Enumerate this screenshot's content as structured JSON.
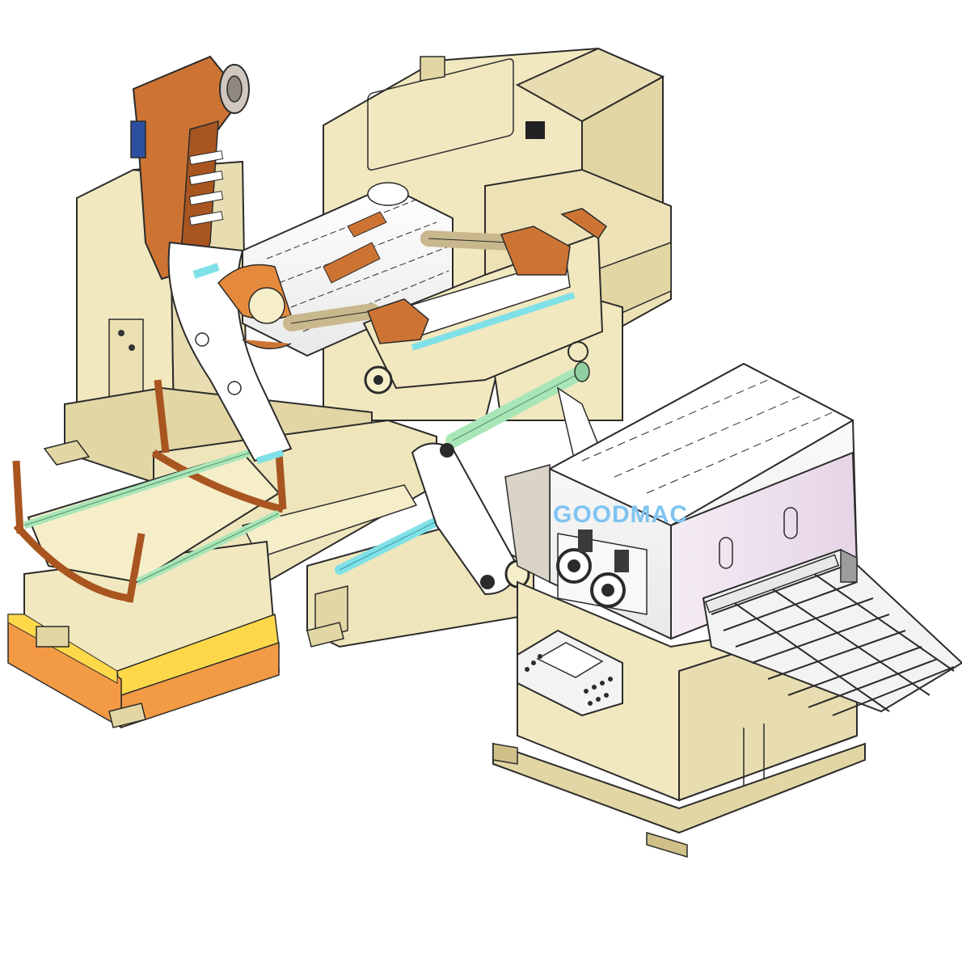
{
  "brand": {
    "label": "GOODMAC",
    "color": "#7fc4f2"
  },
  "colors": {
    "frame": "#f1e8bf",
    "frame_shade": "#e2d6a4",
    "frame_dark": "#cfc08a",
    "outline": "#2b2b2b",
    "arm": "#cd7434",
    "arm_dark": "#a85520",
    "coil_white": "#ffffff",
    "shaft": "#c9b78d",
    "roller_green": "#a8e6b8",
    "roller_cyan": "#7fe0e8",
    "base_yellow": "#ffd84a",
    "base_orange": "#f39a45",
    "panel_pink": "#f5eaf4",
    "blue_motor": "#2d4fa0"
  },
  "components": [
    "coil-loading-arm",
    "coil-cradle",
    "decoiler-mandrel",
    "straightener-feeder",
    "feeder-tray",
    "control-panel",
    "main-frame",
    "base-platform"
  ]
}
